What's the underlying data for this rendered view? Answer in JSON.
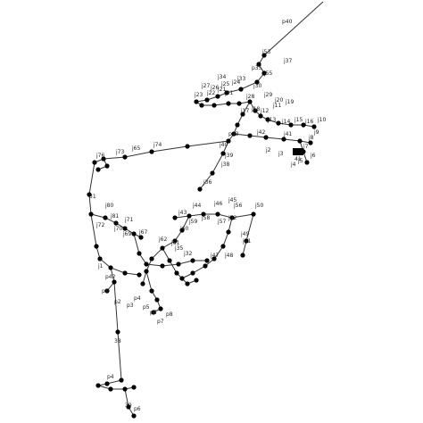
{
  "diagram": {
    "type": "network-graph",
    "background": "#ffffff",
    "line_color": "#333333",
    "node_color": "#000000",
    "labels": [
      "p40",
      "j53",
      "j37",
      "p35",
      "j55",
      "j34",
      "j33",
      "j30",
      "j28",
      "j29",
      "j31",
      "j11",
      "j12",
      "j13",
      "j14",
      "j15",
      "j16",
      "j10",
      "p43",
      "j42",
      "j41",
      "j7",
      "j76",
      "j73",
      "j65",
      "j74",
      "j80",
      "j81",
      "j71",
      "j72",
      "j70",
      "j69",
      "j67",
      "j62",
      "j61",
      "j60",
      "j59",
      "j58",
      "j57",
      "j56",
      "j50",
      "j49",
      "j48",
      "j47",
      "j44",
      "j43",
      "j46",
      "j45",
      "j40",
      "j39",
      "j38",
      "j36",
      "j35",
      "j32",
      "j52",
      "j51",
      "j27",
      "j26",
      "j25",
      "j24",
      "j23",
      "j22",
      "j21",
      "j20",
      "j19",
      "j18",
      "j17",
      "j9",
      "j8",
      "j6",
      "j5",
      "j4",
      "j3",
      "j2",
      "j1",
      "p42",
      "p1",
      "p2",
      "p3",
      "p4",
      "p5",
      "p6",
      "p7",
      "p8",
      "39",
      "38",
      "31",
      "41",
      "p6",
      "p4"
    ]
  }
}
